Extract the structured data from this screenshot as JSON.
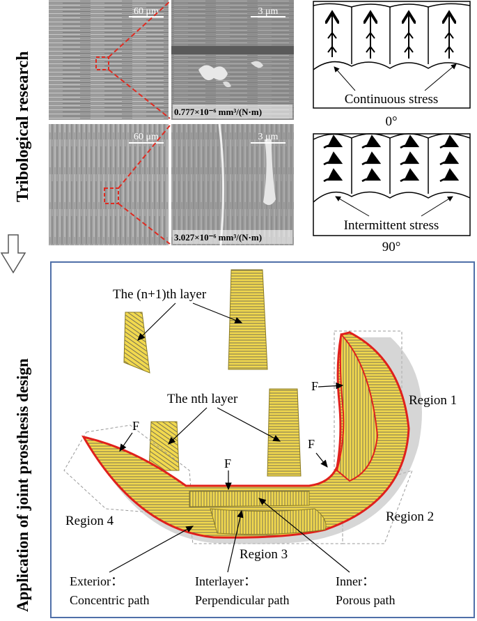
{
  "side_labels": {
    "top": "Tribological research",
    "bottom": "Application of joint prosthesis design"
  },
  "micrographs": [
    {
      "scale_left": "60 μm",
      "scale_right": "3 μm",
      "wear_rate": "0.777×10⁻⁶ mm³/(N·m)"
    },
    {
      "scale_left": "60 μm",
      "scale_right": "3 μm",
      "wear_rate": "3.027×10⁻⁶ mm³/(N·m)"
    }
  ],
  "stress_diagrams": [
    {
      "caption": "Continuous stress",
      "angle": "0°"
    },
    {
      "caption": "Intermittent stress",
      "angle": "90°"
    }
  ],
  "design": {
    "layer_top": "The (n+1)th layer",
    "layer_mid": "The nth layer",
    "force": "F",
    "regions": [
      "Region 1",
      "Region 2",
      "Region 3",
      "Region 4"
    ],
    "paths": [
      {
        "name": "Exterior：",
        "desc": "Concentric path"
      },
      {
        "name": "Interlayer：",
        "desc": "Perpendicular path"
      },
      {
        "name": "Inner：",
        "desc": "Porous path"
      }
    ]
  },
  "colors": {
    "part_fill": "#f2d94e",
    "outline_red": "#e0201c",
    "frame_blue": "#4f6fa8",
    "dashed_red": "#e02a20"
  }
}
